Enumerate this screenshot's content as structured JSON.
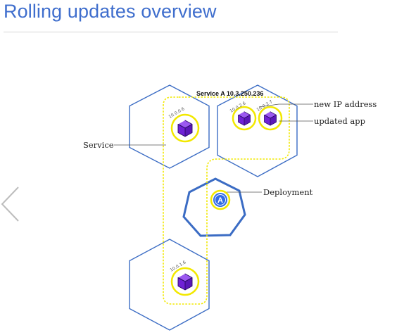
{
  "page": {
    "title": "Rolling updates overview"
  },
  "diagram": {
    "service_label": "Service A 10.3.250.236",
    "labels": {
      "service": "Service",
      "new_ip": "new IP address",
      "updated_app": "updated app",
      "deployment": "Deployment"
    },
    "deployment_letter": "A",
    "pods": [
      {
        "ip": "10.0.0.6"
      },
      {
        "ip": "10.0.2.6"
      },
      {
        "ip": "10.0.2.7"
      },
      {
        "ip": "10.0.1.6"
      }
    ]
  },
  "icons": {
    "prev": "chevron-left-icon",
    "pod": "cube-icon",
    "node": "hexagon-icon",
    "deployment": "heptagon-icon"
  },
  "colors": {
    "title": "#3f6ecd",
    "node_border": "#3b6cc4",
    "service_boundary": "#f2e800",
    "pod_ring": "#f2e800",
    "cube": "#7a2be2",
    "deployment_fill": "#326ce5"
  }
}
